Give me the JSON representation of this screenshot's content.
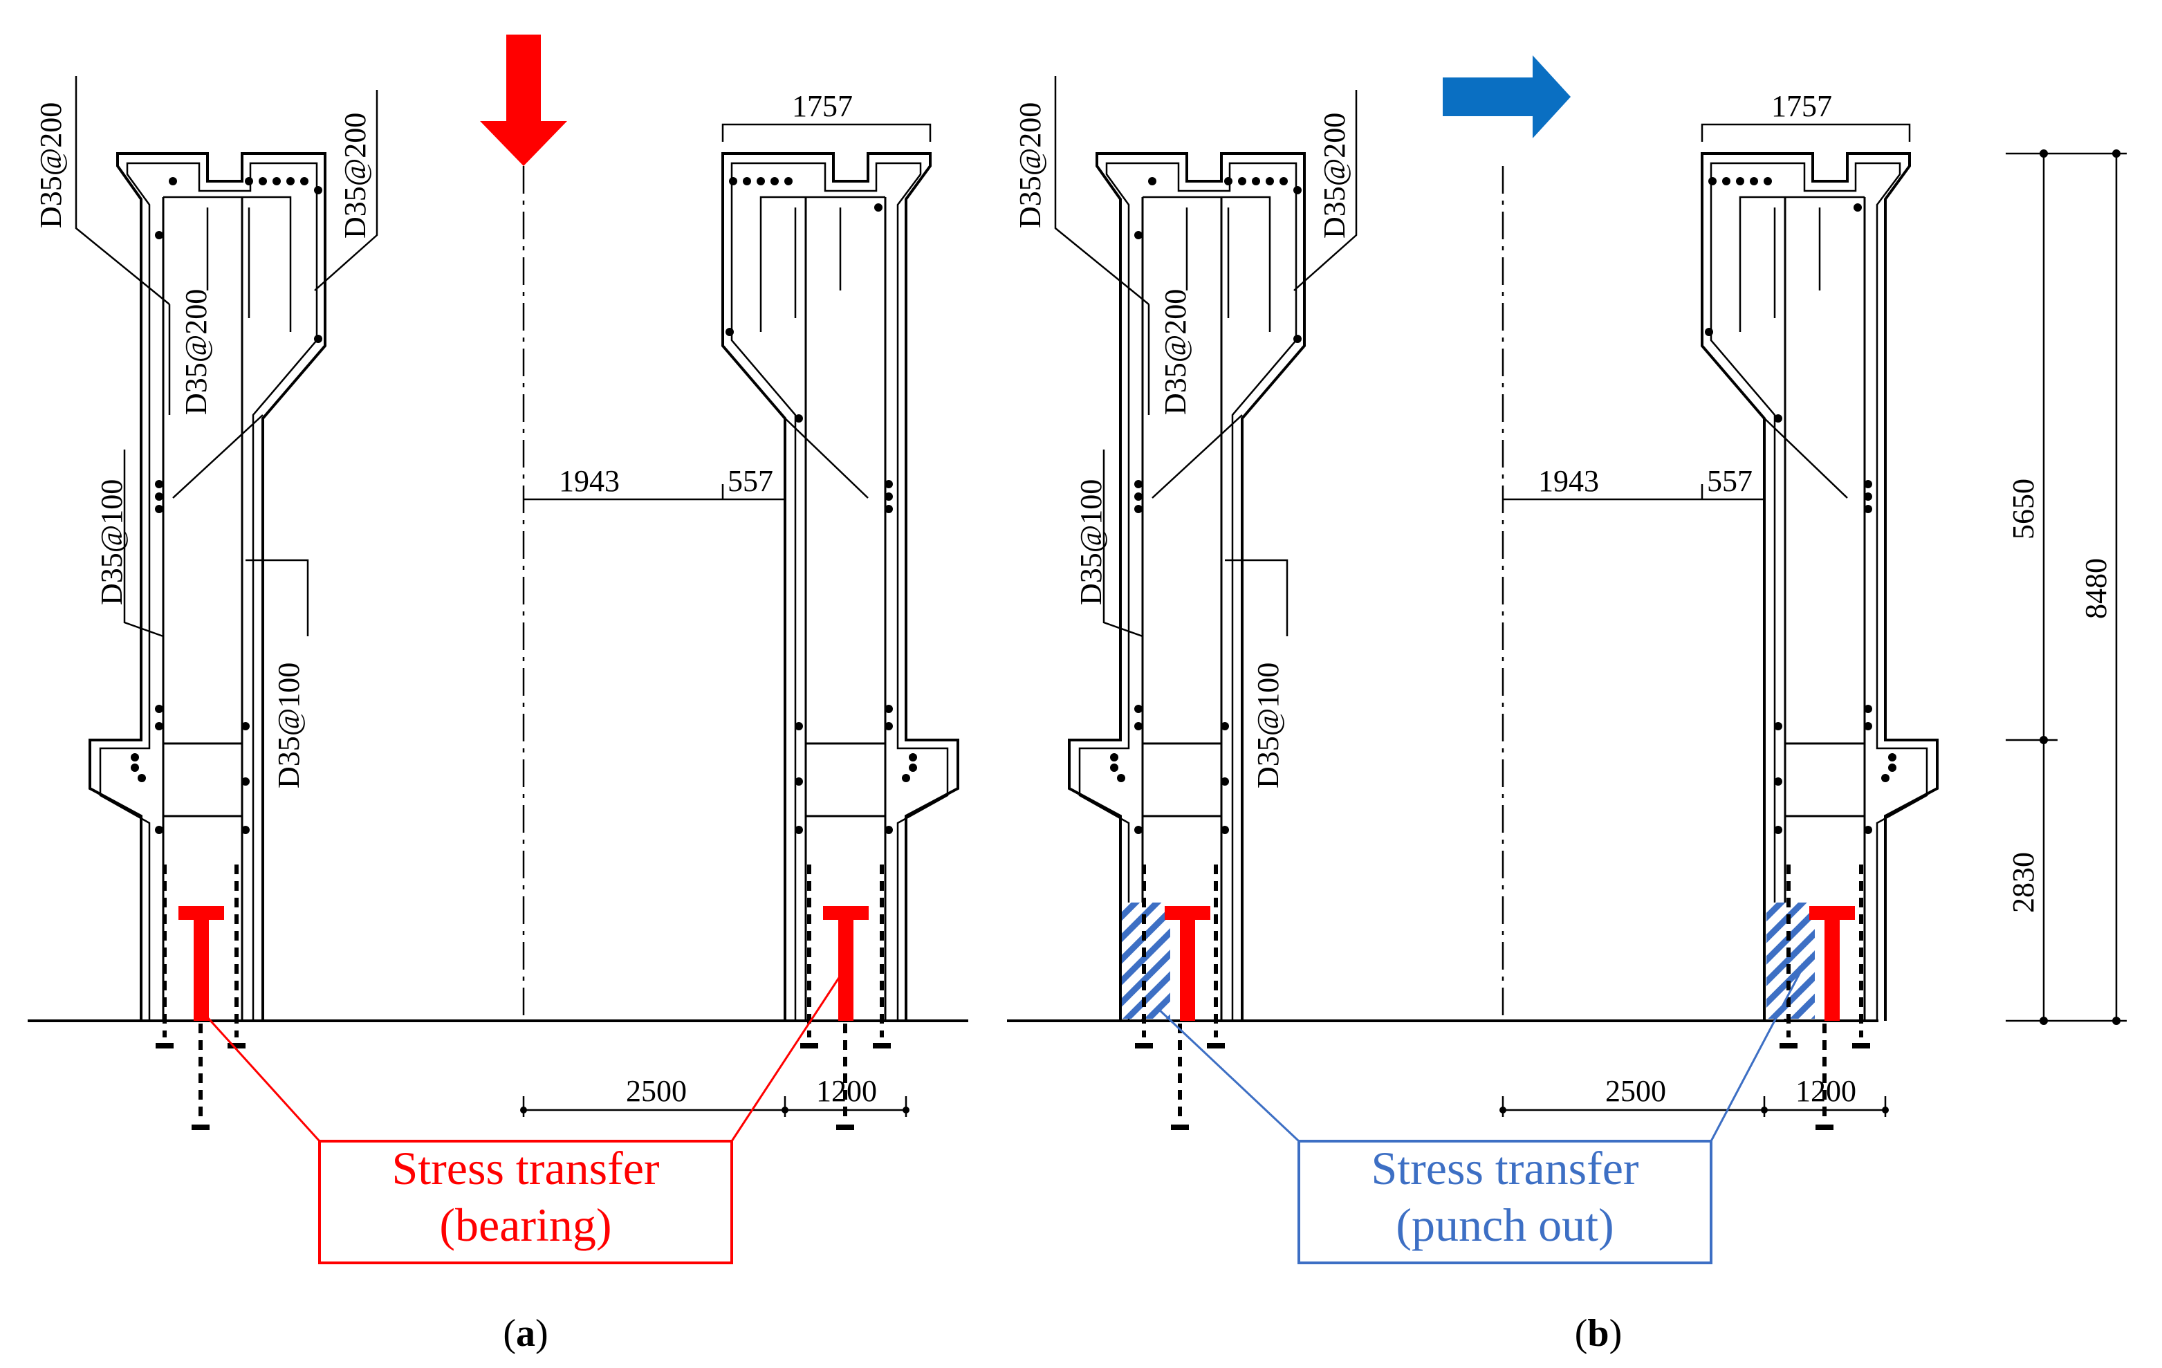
{
  "colors": {
    "line": "#000000",
    "bearing": "#ff0000",
    "punch": "#3d6fc4",
    "arrow_blue": "#0a6fc2"
  },
  "panels": [
    {
      "id": "a",
      "caption_letter": "a",
      "load_arrow": "down-arrow",
      "rebar_labels": [
        "D35@200",
        "D35@200",
        "D35@200",
        "D35@100",
        "D35@100"
      ],
      "dimensions": {
        "top_width": "1757",
        "radius_inner": "1943",
        "wall_top": "557",
        "radius_base": "2500",
        "wall_base": "1200"
      },
      "callout": {
        "line1": "Stress transfer",
        "line2": "(bearing)"
      }
    },
    {
      "id": "b",
      "caption_letter": "b",
      "load_arrow": "right-arrow",
      "rebar_labels": [
        "D35@200",
        "D35@200",
        "D35@200",
        "D35@100",
        "D35@100"
      ],
      "dimensions": {
        "top_width": "1757",
        "radius_inner": "1943",
        "wall_top": "557",
        "radius_base": "2500",
        "wall_base": "1200"
      },
      "callout": {
        "line1": "Stress transfer",
        "line2": "(punch out)"
      }
    }
  ],
  "height_dims": {
    "upper": "5650",
    "total": "8480",
    "lower": "2830"
  }
}
